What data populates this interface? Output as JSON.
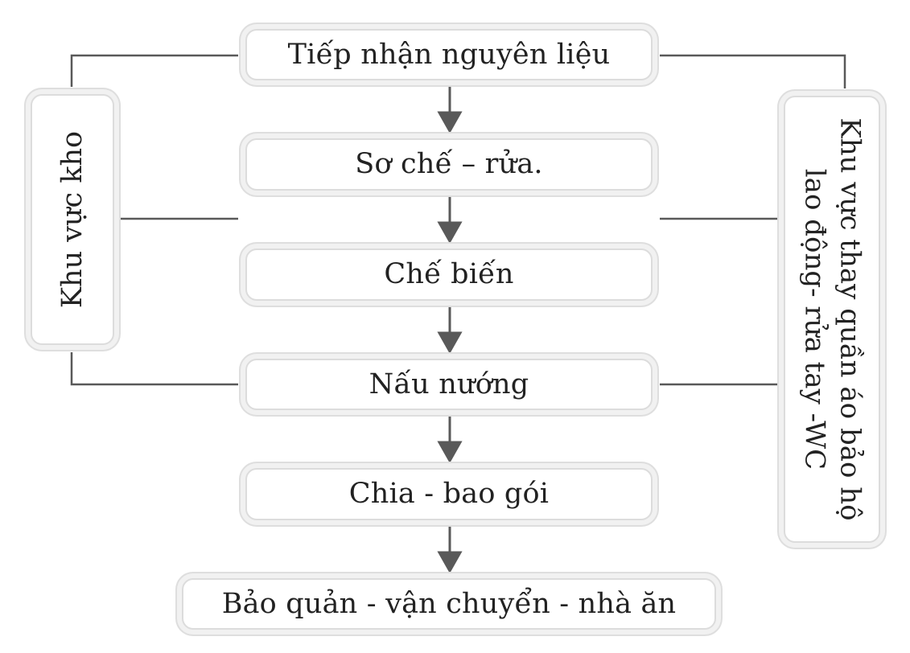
{
  "colors": {
    "line": "#595959",
    "box_border": "#dcdcdc",
    "box_halo": "#f1f1f1",
    "text": "#222222"
  },
  "process_steps": [
    "Tiếp nhận nguyên liệu",
    "Sơ chế – rửa.",
    "Chế biến",
    "Nấu nướng",
    "Chia - bao gói",
    "Bảo quản - vận chuyển - nhà ăn"
  ],
  "left_zone": {
    "label": "Khu vực kho"
  },
  "right_zone": {
    "line1": "Khu vực thay quần áo bảo hộ",
    "line2": "lao động- rửa tay -WC"
  }
}
